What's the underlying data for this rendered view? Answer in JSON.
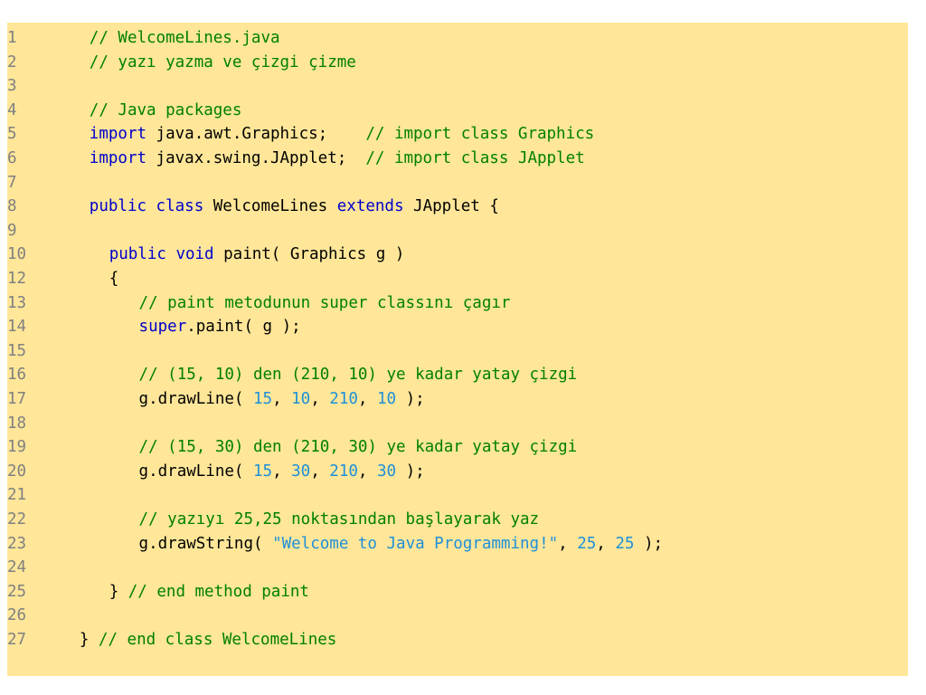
{
  "colors": {
    "background": "#ffe699",
    "comment": "#008000",
    "keyword": "#0000cc",
    "literal": "#1e90d8",
    "line_number": "#808080",
    "plain": "#000000"
  },
  "code": {
    "lines": [
      {
        "num": "1",
        "indent": 4,
        "tokens": [
          {
            "t": "comment",
            "s": "// WelcomeLines.java"
          }
        ]
      },
      {
        "num": "2",
        "indent": 4,
        "tokens": [
          {
            "t": "comment",
            "s": "// yazı yazma ve çizgi çizme"
          }
        ]
      },
      {
        "num": "3",
        "indent": 0,
        "tokens": []
      },
      {
        "num": "4",
        "indent": 4,
        "tokens": [
          {
            "t": "comment",
            "s": "// Java packages"
          }
        ]
      },
      {
        "num": "5",
        "indent": 4,
        "tokens": [
          {
            "t": "keyword",
            "s": "import"
          },
          {
            "t": "plain",
            "s": " java.awt.Graphics;    "
          },
          {
            "t": "comment",
            "s": "// import class Graphics"
          }
        ]
      },
      {
        "num": "6",
        "indent": 4,
        "tokens": [
          {
            "t": "keyword",
            "s": "import"
          },
          {
            "t": "plain",
            "s": " javax.swing.JApplet;  "
          },
          {
            "t": "comment",
            "s": "// import class JApplet"
          }
        ]
      },
      {
        "num": "7",
        "indent": 0,
        "tokens": []
      },
      {
        "num": "8",
        "indent": 4,
        "tokens": [
          {
            "t": "keyword",
            "s": "public class"
          },
          {
            "t": "plain",
            "s": " WelcomeLines "
          },
          {
            "t": "keyword",
            "s": "extends"
          },
          {
            "t": "plain",
            "s": " JApplet {"
          }
        ]
      },
      {
        "num": "9",
        "indent": 0,
        "tokens": []
      },
      {
        "num": "10",
        "indent": 6,
        "tokens": [
          {
            "t": "keyword",
            "s": "public void"
          },
          {
            "t": "plain",
            "s": " paint( Graphics g )"
          }
        ]
      },
      {
        "num": "12",
        "indent": 6,
        "tokens": [
          {
            "t": "plain",
            "s": "{"
          }
        ]
      },
      {
        "num": "13",
        "indent": 9,
        "tokens": [
          {
            "t": "comment",
            "s": "// paint metodunun super classını çagır"
          }
        ]
      },
      {
        "num": "14",
        "indent": 9,
        "tokens": [
          {
            "t": "keyword",
            "s": "super"
          },
          {
            "t": "plain",
            "s": ".paint( g );"
          }
        ]
      },
      {
        "num": "15",
        "indent": 0,
        "tokens": []
      },
      {
        "num": "16",
        "indent": 9,
        "tokens": [
          {
            "t": "comment",
            "s": "// (15, 10) den (210, 10) ye kadar yatay çizgi"
          }
        ]
      },
      {
        "num": "17",
        "indent": 9,
        "tokens": [
          {
            "t": "plain",
            "s": "g.drawLine( "
          },
          {
            "t": "number",
            "s": "15"
          },
          {
            "t": "plain",
            "s": ", "
          },
          {
            "t": "number",
            "s": "10"
          },
          {
            "t": "plain",
            "s": ", "
          },
          {
            "t": "number",
            "s": "210"
          },
          {
            "t": "plain",
            "s": ", "
          },
          {
            "t": "number",
            "s": "10"
          },
          {
            "t": "plain",
            "s": " );"
          }
        ]
      },
      {
        "num": "18",
        "indent": 0,
        "tokens": []
      },
      {
        "num": "19",
        "indent": 9,
        "tokens": [
          {
            "t": "comment",
            "s": "// (15, 30) den (210, 30) ye kadar yatay çizgi"
          }
        ]
      },
      {
        "num": "20",
        "indent": 9,
        "tokens": [
          {
            "t": "plain",
            "s": "g.drawLine( "
          },
          {
            "t": "number",
            "s": "15"
          },
          {
            "t": "plain",
            "s": ", "
          },
          {
            "t": "number",
            "s": "30"
          },
          {
            "t": "plain",
            "s": ", "
          },
          {
            "t": "number",
            "s": "210"
          },
          {
            "t": "plain",
            "s": ", "
          },
          {
            "t": "number",
            "s": "30"
          },
          {
            "t": "plain",
            "s": " );"
          }
        ]
      },
      {
        "num": "21",
        "indent": 0,
        "tokens": []
      },
      {
        "num": "22",
        "indent": 9,
        "tokens": [
          {
            "t": "comment",
            "s": "// yazıyı 25,25 noktasından başlayarak yaz"
          }
        ]
      },
      {
        "num": "23",
        "indent": 9,
        "tokens": [
          {
            "t": "plain",
            "s": "g.drawString( "
          },
          {
            "t": "string",
            "s": "\"Welcome to Java Programming!\""
          },
          {
            "t": "plain",
            "s": ", "
          },
          {
            "t": "number",
            "s": "25"
          },
          {
            "t": "plain",
            "s": ", "
          },
          {
            "t": "number",
            "s": "25"
          },
          {
            "t": "plain",
            "s": " );"
          }
        ]
      },
      {
        "num": "24",
        "indent": 0,
        "tokens": []
      },
      {
        "num": "25",
        "indent": 6,
        "tokens": [
          {
            "t": "plain",
            "s": "} "
          },
          {
            "t": "comment",
            "s": "// end method paint"
          }
        ]
      },
      {
        "num": "26",
        "indent": 0,
        "tokens": []
      },
      {
        "num": "27",
        "indent": 3,
        "tokens": [
          {
            "t": "plain",
            "s": "} "
          },
          {
            "t": "comment",
            "s": "// end class WelcomeLines"
          }
        ]
      }
    ]
  }
}
